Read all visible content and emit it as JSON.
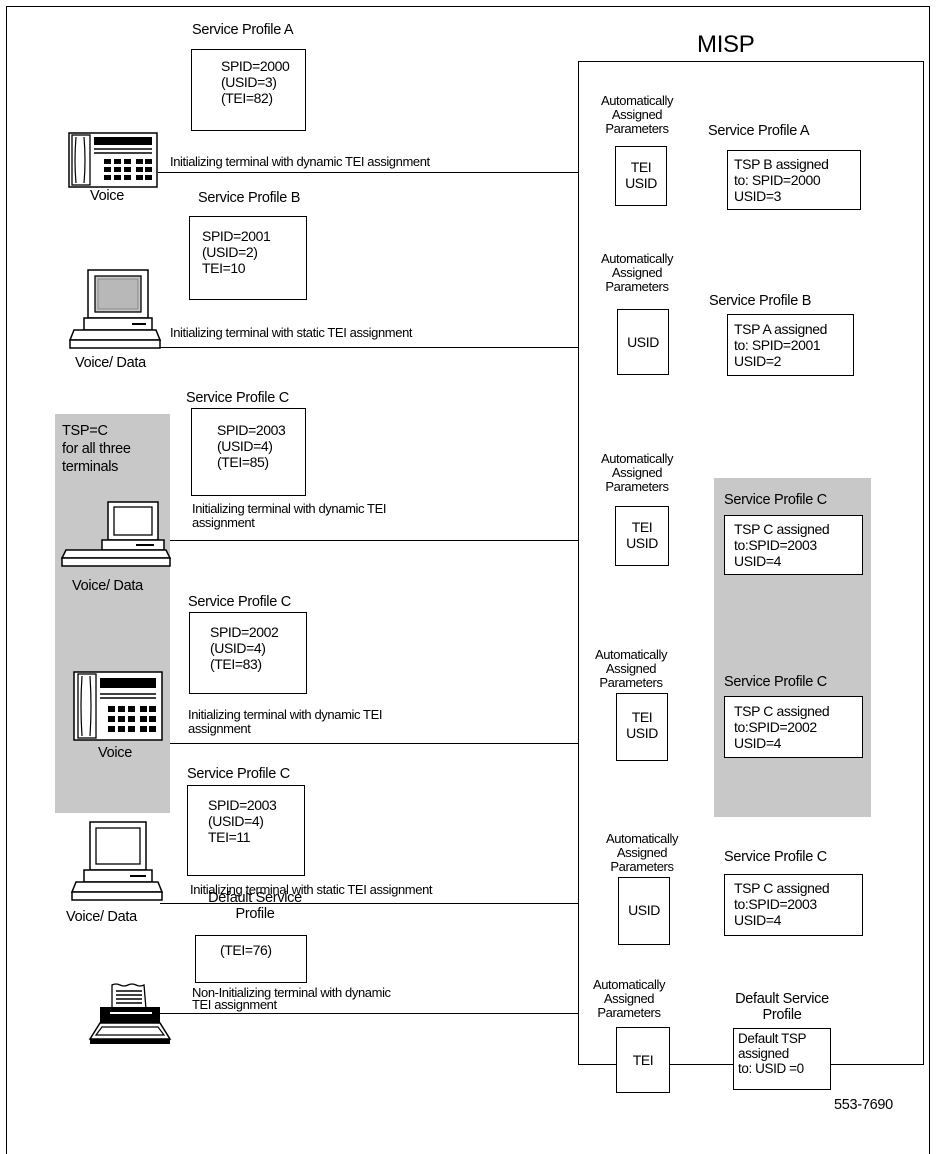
{
  "misp_title": "MISP",
  "figure_number": "553-7690",
  "group_note": [
    "TSP=C",
    "for all three",
    "terminals"
  ],
  "auto_label": [
    "Automatically",
    "Assigned",
    "Parameters"
  ],
  "rows": [
    {
      "profile_title": "Service Profile A",
      "profile_lines": [
        "SPID=2000",
        "(USID=3)",
        "(TEI=82)"
      ],
      "terminal_label": "Voice",
      "init_text": [
        "Initializing terminal with dynamic TEI assignment"
      ],
      "assigned_params": [
        "TEI",
        "USID"
      ],
      "misp_profile_title": "Service Profile A",
      "misp_profile_lines": [
        "TSP B assigned",
        "to: SPID=2000",
        "USID=3"
      ]
    },
    {
      "profile_title": "Service Profile B",
      "profile_lines": [
        "SPID=2001",
        "(USID=2)",
        "TEI=10"
      ],
      "terminal_label": "Voice/ Data",
      "init_text": [
        "Initializing terminal with static TEI assignment"
      ],
      "assigned_params": [
        "USID"
      ],
      "misp_profile_title": "Service Profile B",
      "misp_profile_lines": [
        "TSP A assigned",
        "to: SPID=2001",
        "USID=2"
      ]
    },
    {
      "profile_title": "Service Profile C",
      "profile_lines": [
        "SPID=2003",
        "(USID=4)",
        "(TEI=85)"
      ],
      "terminal_label": "Voice/ Data",
      "init_text": [
        "Initializing terminal with dynamic TEI",
        "assignment"
      ],
      "assigned_params": [
        "TEI",
        "USID"
      ],
      "misp_profile_title": "Service Profile C",
      "misp_profile_lines": [
        "TSP C assigned",
        "to:SPID=2003",
        "USID=4"
      ]
    },
    {
      "profile_title": "Service Profile C",
      "profile_lines": [
        "SPID=2002",
        "(USID=4)",
        "(TEI=83)"
      ],
      "terminal_label": "Voice",
      "init_text": [
        "Initializing terminal with dynamic TEI",
        "assignment"
      ],
      "assigned_params": [
        "TEI",
        "USID"
      ],
      "misp_profile_title": "Service Profile C",
      "misp_profile_lines": [
        "TSP C assigned",
        "to:SPID=2002",
        "USID=4"
      ]
    },
    {
      "profile_title": "Service Profile C",
      "profile_lines": [
        "SPID=2003",
        "(USID=4)",
        "TEI=11"
      ],
      "terminal_label": "Voice/ Data",
      "init_text": [
        "Initializing terminal with static TEI assignment"
      ],
      "assigned_params": [
        "USID"
      ],
      "misp_profile_title": "Service Profile C",
      "misp_profile_lines": [
        "TSP C assigned",
        "to:SPID=2003",
        "USID=4"
      ]
    },
    {
      "profile_title": [
        "Default Service",
        "Profile"
      ],
      "profile_lines": [
        "(TEI=76)"
      ],
      "init_text": [
        "Non-Initializing terminal with dynamic",
        "TEI assignment"
      ],
      "assigned_params": [
        "TEI"
      ],
      "misp_profile_title": [
        "Default Service",
        "Profile"
      ],
      "misp_profile_lines": [
        "Default TSP",
        "assigned",
        "to: USID =0"
      ]
    }
  ],
  "colors": {
    "group_shade": "#c8c8c8",
    "line": "#000000",
    "background": "#ffffff"
  }
}
